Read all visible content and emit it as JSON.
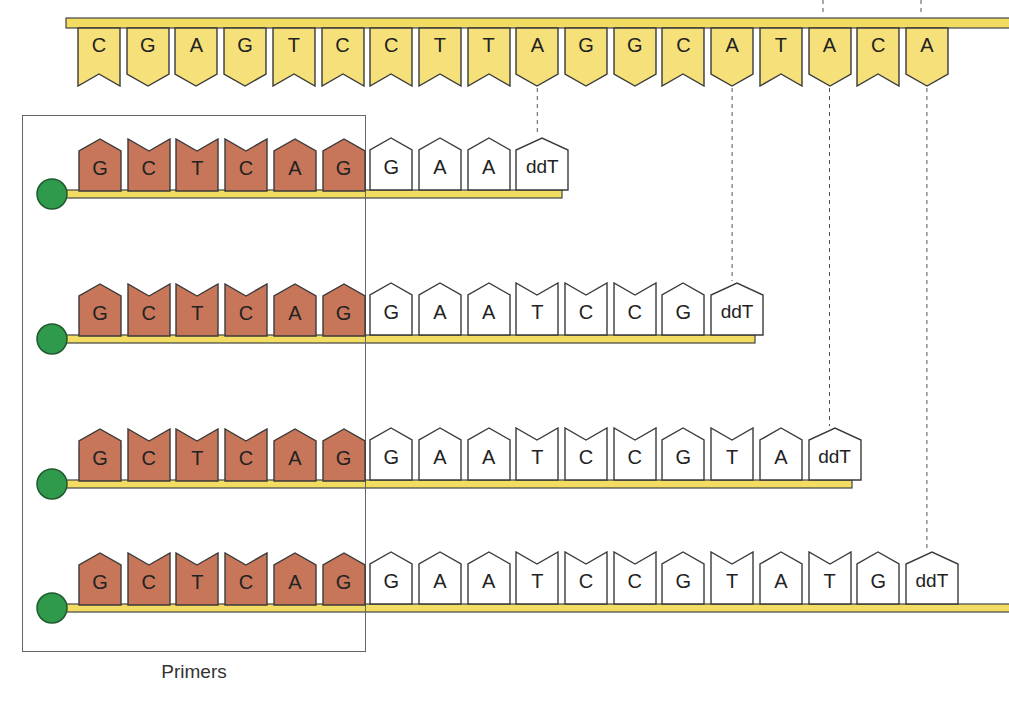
{
  "diagram": {
    "nodes": [
      {
        "text": [
          "C"
        ]
      },
      {
        "text": [
          "G"
        ]
      },
      {
        "text": [
          "A"
        ]
      },
      {
        "text": [
          "G"
        ]
      },
      {
        "text": [
          "T"
        ]
      },
      {
        "text": [
          "C"
        ]
      },
      {
        "text": [
          "C"
        ]
      },
      {
        "text": [
          "T"
        ]
      },
      {
        "text": [
          "T"
        ]
      },
      {
        "text": [
          "A"
        ]
      },
      {
        "text": [
          "G"
        ]
      },
      {
        "text": [
          "G"
        ]
      },
      {
        "text": [
          "C"
        ]
      },
      {
        "text": [
          "A"
        ]
      },
      {
        "text": [
          "T"
        ]
      },
      {
        "text": [
          "A"
        ]
      },
      {
        "text": [
          "C"
        ]
      },
      {
        "text": [
          "A"
        ]
      },
      {
        "text": [
          "Primers"
        ]
      },
      {
        "text": [
          "G"
        ],
        "in": 18
      },
      {
        "text": [
          "C"
        ],
        "in": 18
      },
      {
        "text": [
          "T"
        ],
        "in": 18
      },
      {
        "text": [
          "C"
        ],
        "in": 18
      },
      {
        "text": [
          "A"
        ],
        "in": 18
      },
      {
        "text": [
          "G"
        ],
        "in": 18
      },
      {
        "text": [
          "G"
        ]
      },
      {
        "text": [
          "A"
        ]
      },
      {
        "text": [
          "A"
        ]
      },
      {
        "text": [
          "ddT"
        ]
      },
      {
        "text": [
          "G"
        ],
        "in": 18
      },
      {
        "text": [
          "C"
        ],
        "in": 18
      },
      {
        "text": [
          "T"
        ],
        "in": 18
      },
      {
        "text": [
          "C"
        ],
        "in": 18
      },
      {
        "text": [
          "A"
        ],
        "in": 18
      },
      {
        "text": [
          "G"
        ],
        "in": 18
      },
      {
        "text": [
          "G"
        ]
      },
      {
        "text": [
          "A"
        ]
      },
      {
        "text": [
          "A"
        ]
      },
      {
        "text": [
          "T"
        ]
      },
      {
        "text": [
          "C"
        ]
      },
      {
        "text": [
          "C"
        ]
      },
      {
        "text": [
          "G"
        ]
      },
      {
        "text": [
          "ddT"
        ]
      },
      {
        "text": [
          "G"
        ],
        "in": 18
      },
      {
        "text": [
          "C"
        ],
        "in": 18
      },
      {
        "text": [
          "T"
        ],
        "in": 18
      },
      {
        "text": [
          "C"
        ],
        "in": 18
      },
      {
        "text": [
          "A"
        ],
        "in": 18
      },
      {
        "text": [
          "G"
        ],
        "in": 18
      },
      {
        "text": [
          "G"
        ]
      },
      {
        "text": [
          "A"
        ]
      },
      {
        "text": [
          "A"
        ]
      },
      {
        "text": [
          "T"
        ]
      },
      {
        "text": [
          "C"
        ]
      },
      {
        "text": [
          "C"
        ]
      },
      {
        "text": [
          "G"
        ]
      },
      {
        "text": [
          "T"
        ]
      },
      {
        "text": [
          "A"
        ]
      },
      {
        "text": [
          "ddT"
        ]
      },
      {
        "text": [
          "G"
        ],
        "in": 18
      },
      {
        "text": [
          "C"
        ],
        "in": 18
      },
      {
        "text": [
          "T"
        ],
        "in": 18
      },
      {
        "text": [
          "C"
        ],
        "in": 18
      },
      {
        "text": [
          "A"
        ],
        "in": 18
      },
      {
        "text": [
          "G"
        ],
        "in": 18
      },
      {
        "text": [
          "G"
        ]
      },
      {
        "text": [
          "A"
        ]
      },
      {
        "text": [
          "A"
        ]
      },
      {
        "text": [
          "T"
        ]
      },
      {
        "text": [
          "C"
        ]
      },
      {
        "text": [
          "C"
        ]
      },
      {
        "text": [
          "G"
        ]
      },
      {
        "text": [
          "T"
        ]
      },
      {
        "text": [
          "A"
        ]
      },
      {
        "text": [
          "T"
        ]
      },
      {
        "text": [
          "G"
        ]
      },
      {
        "text": [
          "ddT"
        ]
      }
    ],
    "edges": [
      {
        "from": 9,
        "to": 28,
        "arrow": "none"
      },
      {
        "from": 13,
        "to": 42,
        "arrow": "none"
      },
      {
        "from": 15,
        "to": 58,
        "arrow": "none"
      },
      {
        "from": 17,
        "to": 76,
        "arrow": "none"
      }
    ]
  }
}
